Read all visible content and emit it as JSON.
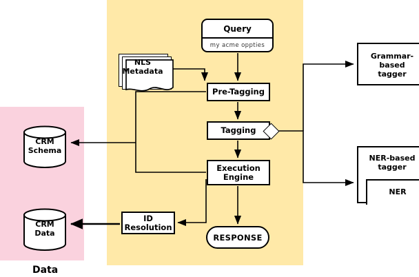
{
  "diagram": {
    "caption_data": "Data",
    "panels": {
      "pipeline_color": "#ffe9a8",
      "data_color": "#fad2de"
    },
    "nodes": {
      "query": {
        "title": "Query",
        "example": "my acme oppties"
      },
      "metadata": {
        "line1": "NLS",
        "line2": "Metadata"
      },
      "pre_tagging": {
        "label": "Pre-Tagging"
      },
      "tagging": {
        "label": "Tagging"
      },
      "execution_engine": {
        "line1": "Execution",
        "line2": "Engine"
      },
      "response": {
        "label": "RESPONSE"
      },
      "id_resolution": {
        "line1": "ID",
        "line2": "Resolution"
      },
      "crm_schema": {
        "line1": "CRM",
        "line2": "Schema"
      },
      "crm_data": {
        "line1": "CRM",
        "line2": "Data"
      },
      "grammar_tagger": {
        "line1": "Grammar-based",
        "line2": "tagger"
      },
      "ner_tagger": {
        "line1": "NER-based",
        "line2": "tagger",
        "inner_label": "NER"
      }
    }
  }
}
